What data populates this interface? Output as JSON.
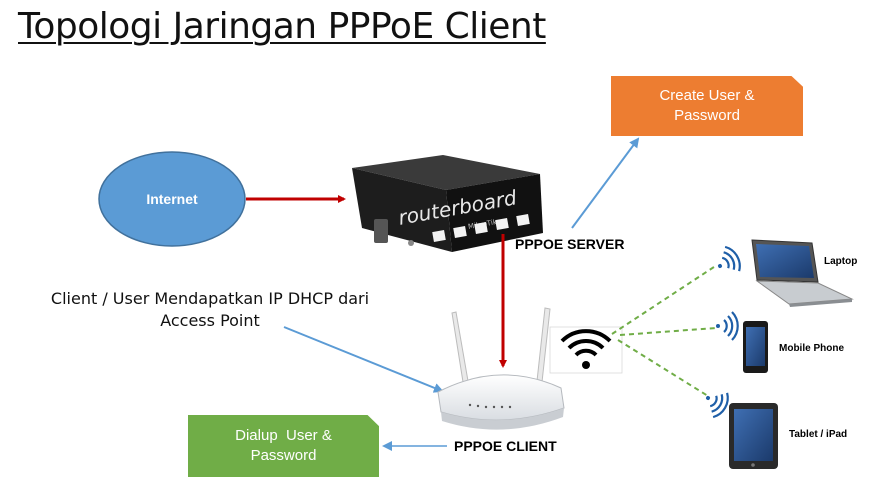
{
  "title": "Topologi Jaringan PPPoE Client",
  "nodes": {
    "internet": "Internet",
    "create_user_line1": "Create User &",
    "create_user_line2": "Password",
    "pppoe_server": "PPPOE SERVER",
    "pppoe_client": "PPPOE CLIENT",
    "dialup_line1": "Dialup  User &",
    "dialup_line2": "Password",
    "router_brand": "routerboard",
    "router_maker": "MikroTik"
  },
  "caption": {
    "line1": "Client / User Mendapatkan IP DHCP dari",
    "line2": "Access Point"
  },
  "devices": {
    "laptop": "Laptop",
    "mobile": "Mobile Phone",
    "tablet": "Tablet / iPad"
  },
  "colors": {
    "internet_fill": "#5b9bd5",
    "create_box": "#ed7d31",
    "dialup_box": "#70ad47",
    "red_arrow": "#c00000",
    "blue_arrow": "#5b9bd5",
    "wifi_link": "#70ad47"
  },
  "icons": [
    "wifi-icon",
    "laptop-icon",
    "mobile-phone-icon",
    "tablet-icon",
    "router-icon",
    "access-point-icon"
  ]
}
